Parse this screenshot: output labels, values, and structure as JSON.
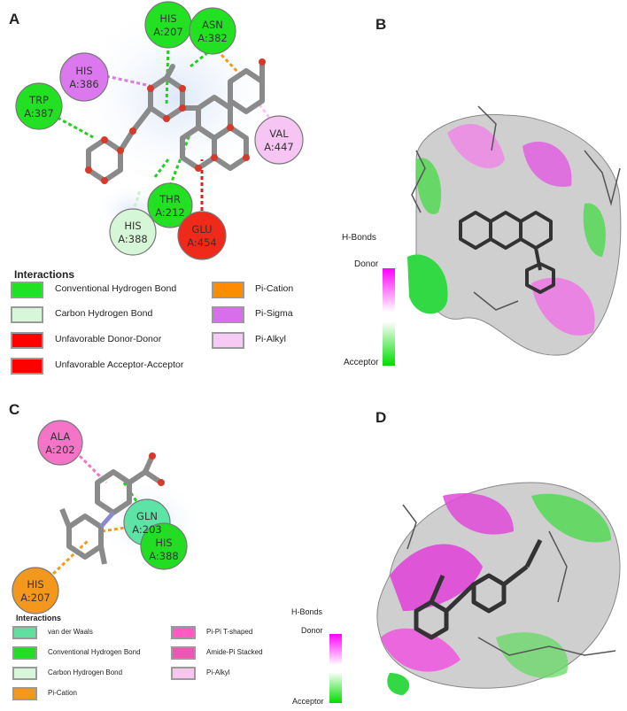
{
  "panels": {
    "a": "A",
    "b": "B",
    "c": "C",
    "d": "D"
  },
  "residues_a": {
    "his207": [
      "HIS",
      "A:207"
    ],
    "asn382": [
      "ASN",
      "A:382"
    ],
    "his386": [
      "HIS",
      "A:386"
    ],
    "trp387": [
      "TRP",
      "A:387"
    ],
    "val447": [
      "VAL",
      "A:447"
    ],
    "thr212": [
      "THR",
      "A:212"
    ],
    "his388": [
      "HIS",
      "A:388"
    ],
    "glu454": [
      "GLU",
      "A:454"
    ]
  },
  "residues_c": {
    "ala202": [
      "ALA",
      "A:202"
    ],
    "gln203": [
      "GLN",
      "A:203"
    ],
    "his388": [
      "HIS",
      "A:388"
    ],
    "his207": [
      "HIS",
      "A:207"
    ]
  },
  "legend_a": {
    "title": "Interactions",
    "items": [
      {
        "label": "Conventional Hydrogen Bond",
        "color": "#22e022"
      },
      {
        "label": "Carbon Hydrogen Bond",
        "color": "#d8f7da"
      },
      {
        "label": "Unfavorable Donor-Donor",
        "color": "#ff0000"
      },
      {
        "label": "Unfavorable Acceptor-Acceptor",
        "color": "#ff0000"
      },
      {
        "label": "Pi-Cation",
        "color": "#ff8c00"
      },
      {
        "label": "Pi-Sigma",
        "color": "#d76eea"
      },
      {
        "label": "Pi-Alkyl",
        "color": "#f7c9f5"
      }
    ]
  },
  "legend_c": {
    "title": "Interactions",
    "items": [
      {
        "label": "van der Waals",
        "color": "#5fe0a0"
      },
      {
        "label": "Conventional Hydrogen Bond",
        "color": "#22dd22"
      },
      {
        "label": "Carbon Hydrogen Bond",
        "color": "#d8f7da"
      },
      {
        "label": "Pi-Cation",
        "color": "#f3981d"
      },
      {
        "label": "Pi-Pi T-shaped",
        "color": "#ff5ac0"
      },
      {
        "label": "Amide-Pi Stacked",
        "color": "#ee55b5"
      },
      {
        "label": "Pi-Alkyl",
        "color": "#f6c6ee"
      }
    ]
  },
  "hbond_scale": {
    "title": "H-Bonds",
    "donor": "Donor",
    "acceptor": "Acceptor",
    "donor_color": "#ff00ff",
    "acceptor_color": "#00dd00"
  }
}
